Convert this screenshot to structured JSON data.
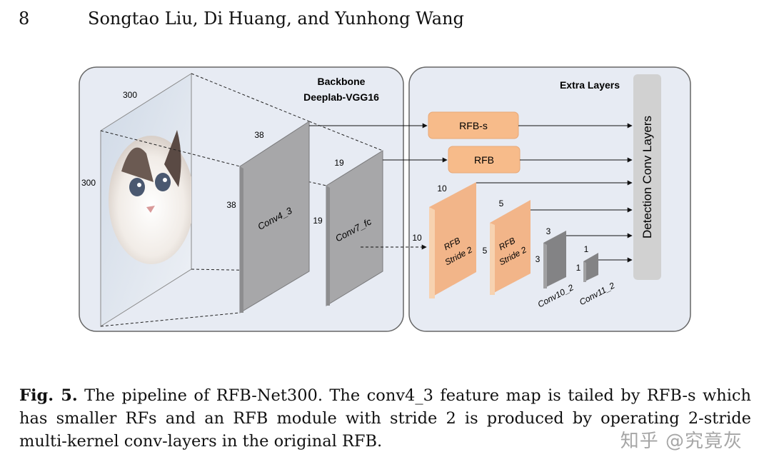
{
  "header": {
    "page_number": "8",
    "authors": "Songtao Liu, Di Huang, and Yunhong Wang"
  },
  "figure": {
    "backbone_title_1": "Backbone",
    "backbone_title_2": "Deeplab-VGG16",
    "extra_title": "Extra Layers",
    "detection_label": "Detection Conv Layers",
    "input_dims": {
      "width": "300",
      "height": "300"
    },
    "conv4_3": {
      "label": "Conv4_3",
      "width": "38",
      "height": "38"
    },
    "conv7_fc": {
      "label": "Conv7_fc",
      "width": "19",
      "height": "19"
    },
    "rfb_s": "RFB-s",
    "rfb": "RFB",
    "rfb_stride_a": {
      "line1": "RFB",
      "line2": "Stride 2",
      "top": "10",
      "side": "10"
    },
    "rfb_stride_b": {
      "line1": "RFB",
      "line2": "Stride 2",
      "top": "5",
      "side": "5"
    },
    "conv10_2": {
      "label": "Conv10_2",
      "top": "3",
      "side": "3"
    },
    "conv11_2": {
      "label": "Conv11_2",
      "top": "1",
      "side": "1"
    },
    "colors": {
      "panel": "#e7ebf3",
      "gray_block": "#a7a7a9",
      "orange": "#f7bb8a",
      "detection_bar": "#d1d1d1"
    }
  },
  "caption": {
    "fig_label": "Fig. 5.",
    "text": " The pipeline of RFB-Net300. The conv4_3 feature map is tailed by RFB-s which has smaller RFs and an RFB module with stride 2 is produced by operating 2-stride multi-kernel conv-layers in the original RFB."
  },
  "watermark": "知乎 @究竟灰"
}
